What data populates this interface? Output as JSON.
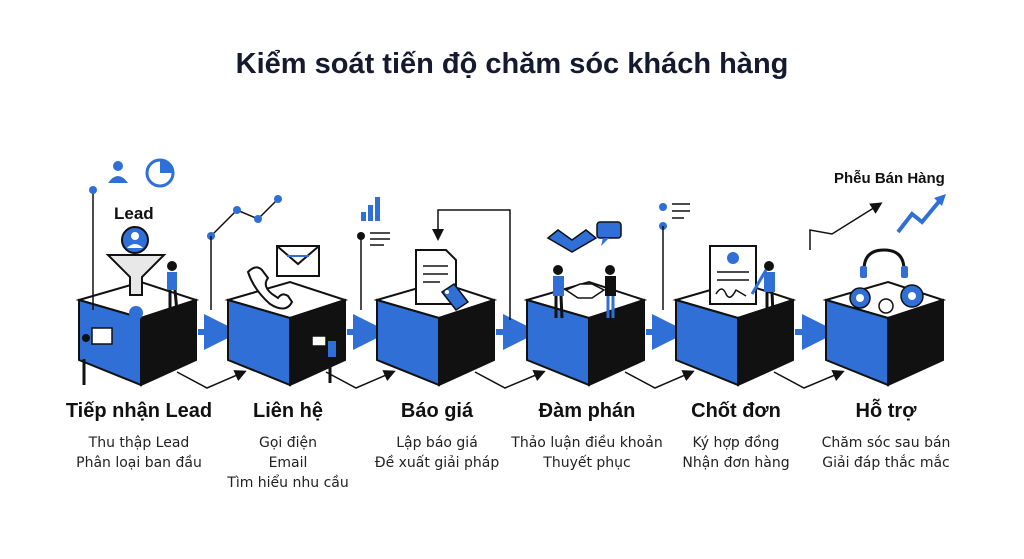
{
  "title": "Kiểm soát tiến độ chăm sóc khách hàng",
  "lead_label": "Lead",
  "funnel_label": "Phễu Bán Hàng",
  "colors": {
    "accent": "#2f6fd6",
    "dark": "#111111",
    "title": "#151a2e"
  },
  "stages": [
    {
      "name": "Tiếp nhận Lead",
      "lines": [
        "Thu thập Lead",
        "Phân loại ban đầu"
      ],
      "icon": "funnel-icon"
    },
    {
      "name": "Liên hệ",
      "lines": [
        "Gọi điện",
        "Email",
        "Tìm hiểu nhu cầu"
      ],
      "icon": "phone-envelope-icon"
    },
    {
      "name": "Báo giá",
      "lines": [
        "Lập báo giá",
        "Đề xuất giải pháp"
      ],
      "icon": "quote-document-icon"
    },
    {
      "name": "Đàm phán",
      "lines": [
        "Thảo luận điều khoản",
        "Thuyết phục"
      ],
      "icon": "handshake-icon"
    },
    {
      "name": "Chốt đơn",
      "lines": [
        "Ký hợp đồng",
        "Nhận đơn hàng"
      ],
      "icon": "contract-icon"
    },
    {
      "name": "Hỗ trợ",
      "lines": [
        "Chăm sóc sau bán",
        "Giải đáp thắc mắc"
      ],
      "icon": "support-gears-icon"
    }
  ]
}
